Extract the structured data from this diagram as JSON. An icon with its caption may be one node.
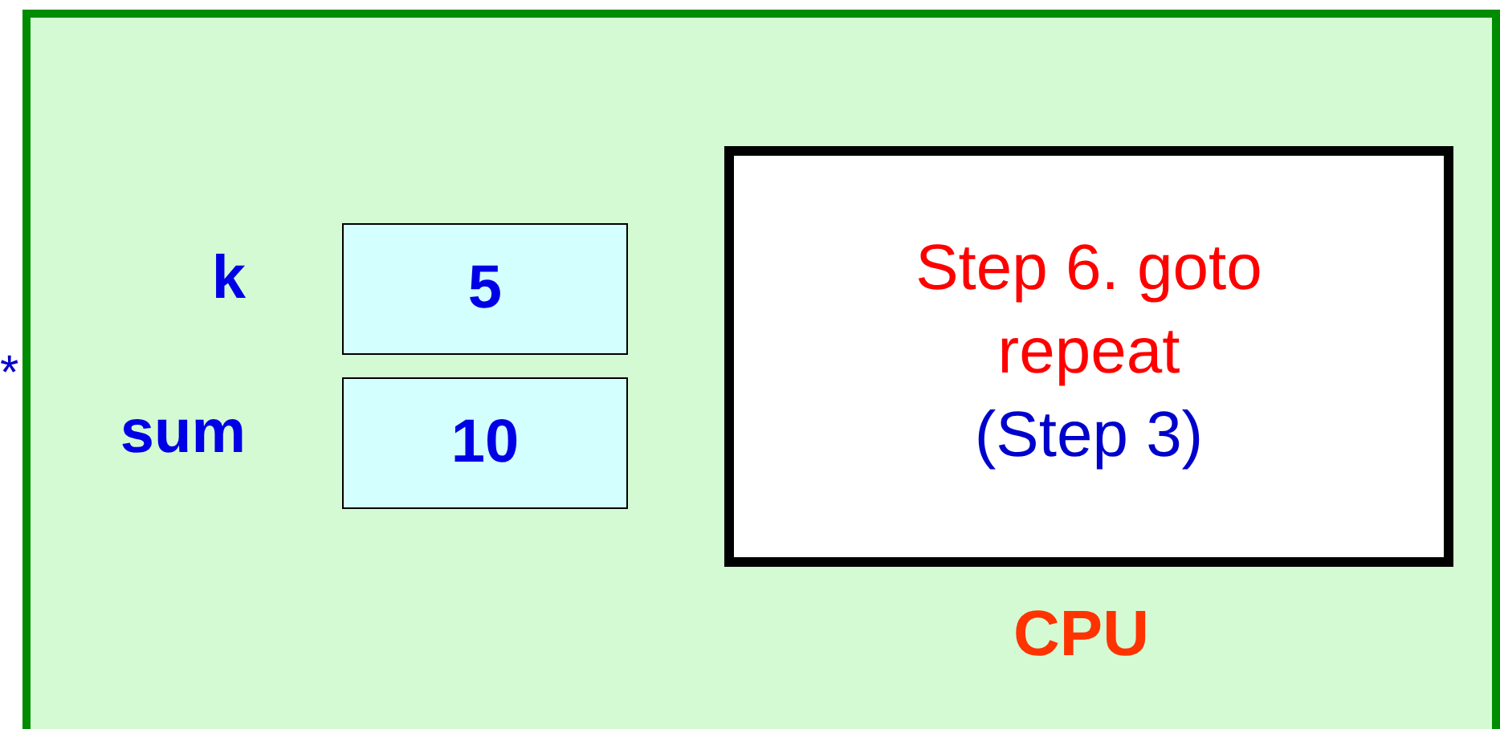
{
  "diagram": {
    "nodes": [
      {
        "text": [
          "CPU"
        ]
      },
      {
        "text": [
          "5"
        ],
        "beside": [
          "k"
        ],
        "in": 0
      },
      {
        "text": [
          "10"
        ],
        "beside": [
          "sum"
        ],
        "in": 0
      },
      {
        "text": [
          "Step 6. goto repeat",
          "(Step 3)"
        ],
        "in": 0
      }
    ],
    "labels": [
      "*"
    ]
  }
}
